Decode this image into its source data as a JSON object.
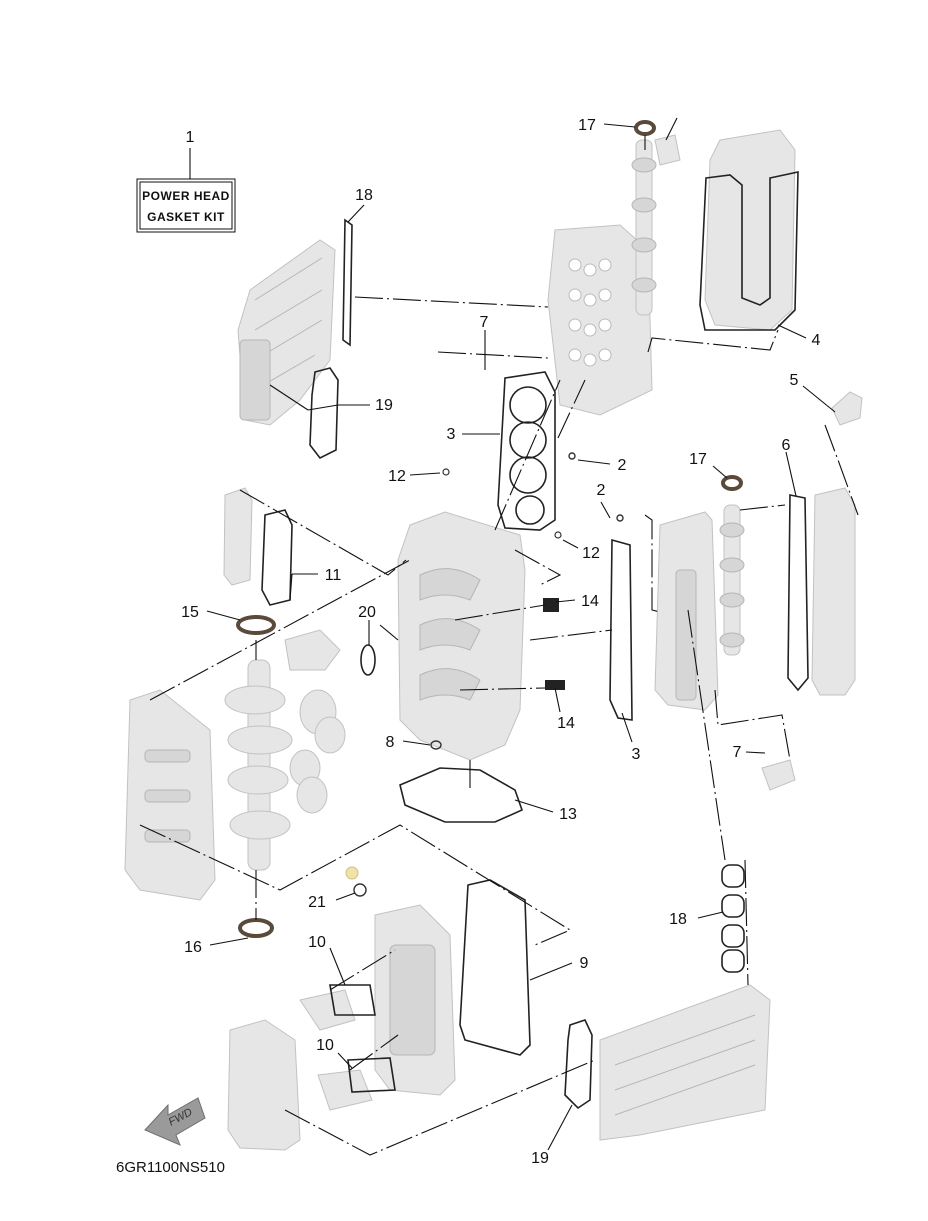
{
  "kit": {
    "line1": "POWER HEAD",
    "line2": "GASKET KIT"
  },
  "callouts": {
    "c1": "1",
    "c2a": "2",
    "c2b": "2",
    "c3a": "3",
    "c3b": "3",
    "c4": "4",
    "c5": "5",
    "c6": "6",
    "c7a": "7",
    "c7b": "7",
    "c8": "8",
    "c9": "9",
    "c10a": "10",
    "c10b": "10",
    "c11": "11",
    "c12a": "12",
    "c12b": "12",
    "c13": "13",
    "c14a": "14",
    "c14b": "14",
    "c15": "15",
    "c16": "16",
    "c17a": "17",
    "c17b": "17",
    "c18a": "18",
    "c18b": "18",
    "c19a": "19",
    "c19b": "19",
    "c20": "20",
    "c21": "21"
  },
  "diagram_code": "6GR1100NS510",
  "fwd_label": "FWD",
  "colors": {
    "part_fill": "#e6e6e6",
    "line": "#111111",
    "seal": "#5a4a3a"
  }
}
